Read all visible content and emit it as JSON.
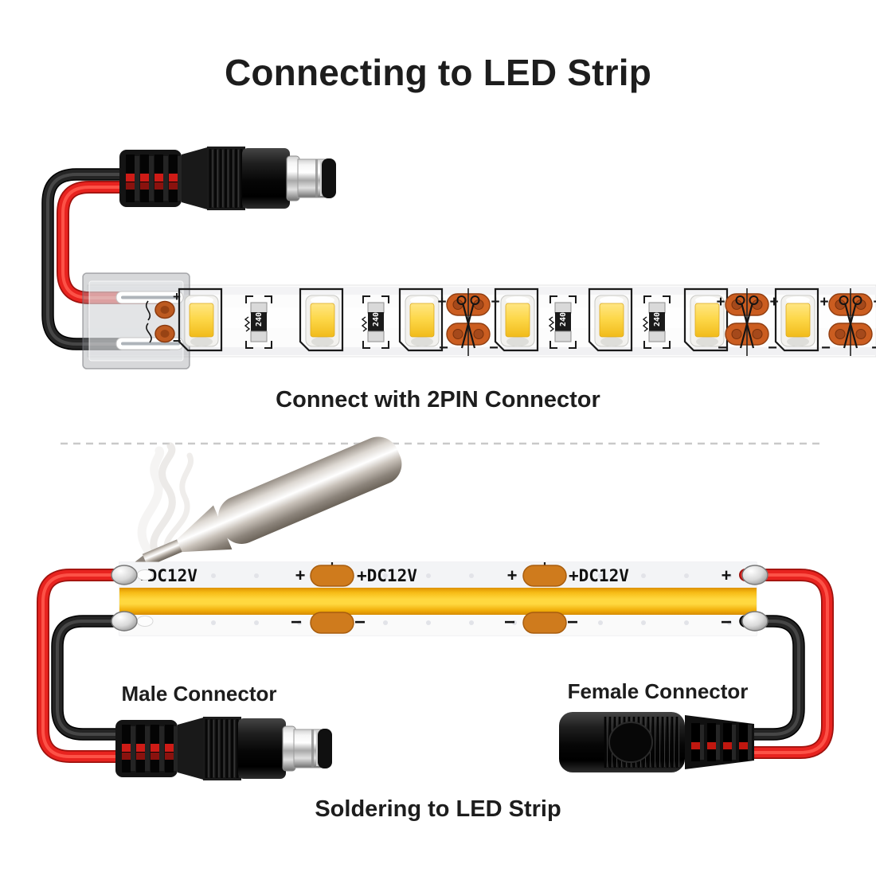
{
  "title": "Connecting to LED Strip",
  "sections": {
    "pin2": {
      "caption": "Connect with 2PIN Connector",
      "strip": {
        "resistor_label": "240",
        "plus": "+",
        "minus": "−"
      }
    },
    "solder": {
      "caption": "Soldering to LED Strip",
      "male_connector_label": "Male Connector",
      "female_connector_label": "Female Connector",
      "cob_strip": {
        "voltage_label": "+DC12V",
        "plus": "+",
        "minus": "−"
      }
    }
  },
  "icons": {
    "cut_point": "scissors-icon",
    "solder_tool": "soldering-iron",
    "smoke": "smoke-wisp"
  },
  "colors": {
    "wire_red": "#e8231f",
    "wire_red_dark": "#9e120e",
    "wire_black": "#242424",
    "led_yellow": "#fdd84a",
    "cob_yellow": "#ffd83f",
    "pad_orange": "#cb5d20",
    "cob_pad_orange": "#cf7b1d",
    "text": "#1d1d1d",
    "divider": "#c9c9c9"
  }
}
